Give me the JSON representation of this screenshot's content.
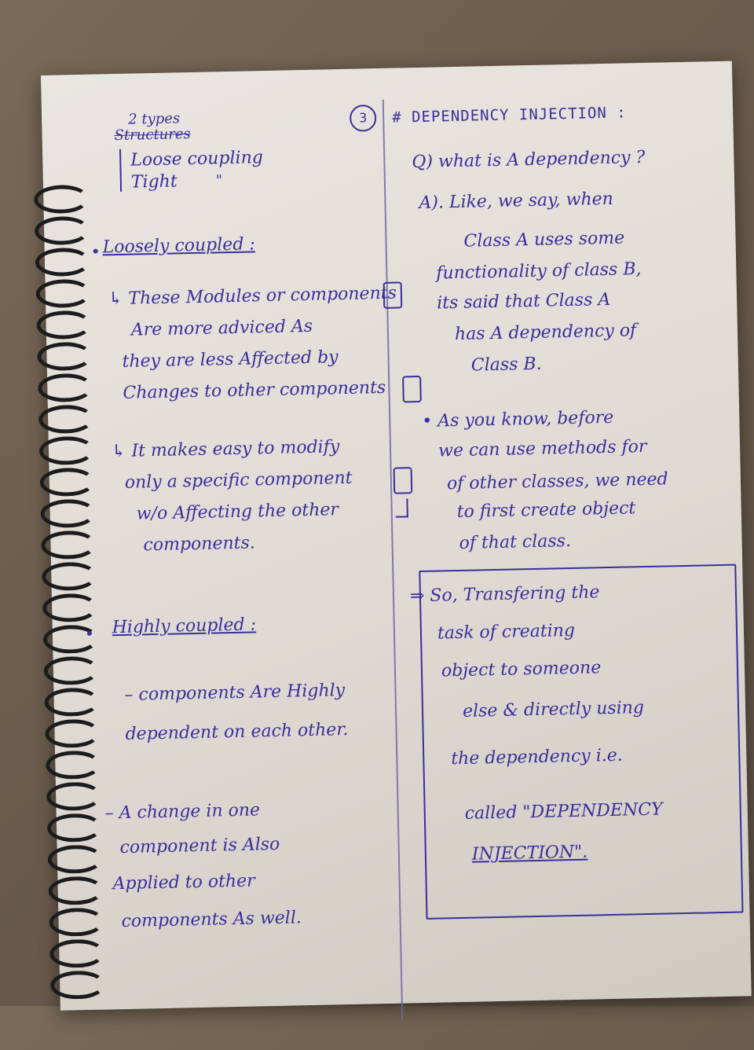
{
  "page_number": "3",
  "left": {
    "top_note": "2 types",
    "struck_word": "Structures",
    "coupling_1": "Loose coupling",
    "coupling_2": "Tight",
    "coupling_2_ditto": "\"",
    "loosely_heading": "Loosely coupled :",
    "loose_p1": [
      "↳ These Modules or components",
      "Are more adviced As",
      "they are less Affected by",
      "Changes to other components"
    ],
    "loose_p2": [
      "↳ It makes easy to modify",
      "only a specific component",
      "w/o Affecting the other",
      "components."
    ],
    "highly_heading": "Highly coupled :",
    "high_p1": [
      "– components Are Highly",
      "dependent on each other."
    ],
    "high_p2": [
      "– A change in one",
      "component is Also",
      "Applied to other",
      "components As well."
    ]
  },
  "right": {
    "title": "# DEPENDENCY INJECTION :",
    "question": "Q) what is A dependency ?",
    "answer": [
      "A). Like, we say, when",
      "Class A uses some",
      "functionality of class B,",
      "its said that Class A",
      "has A dependency of",
      "Class B."
    ],
    "para2": [
      "• As you know, before",
      "we can use methods for",
      "of other classes, we need",
      "to first create object",
      "of that class."
    ],
    "boxed": [
      "⇒ So, Transfering the",
      "task of creating",
      "object to someone",
      "else & directly using",
      "the dependency i.e.",
      "called \"DEPENDENCY",
      "INJECTION\"."
    ]
  }
}
